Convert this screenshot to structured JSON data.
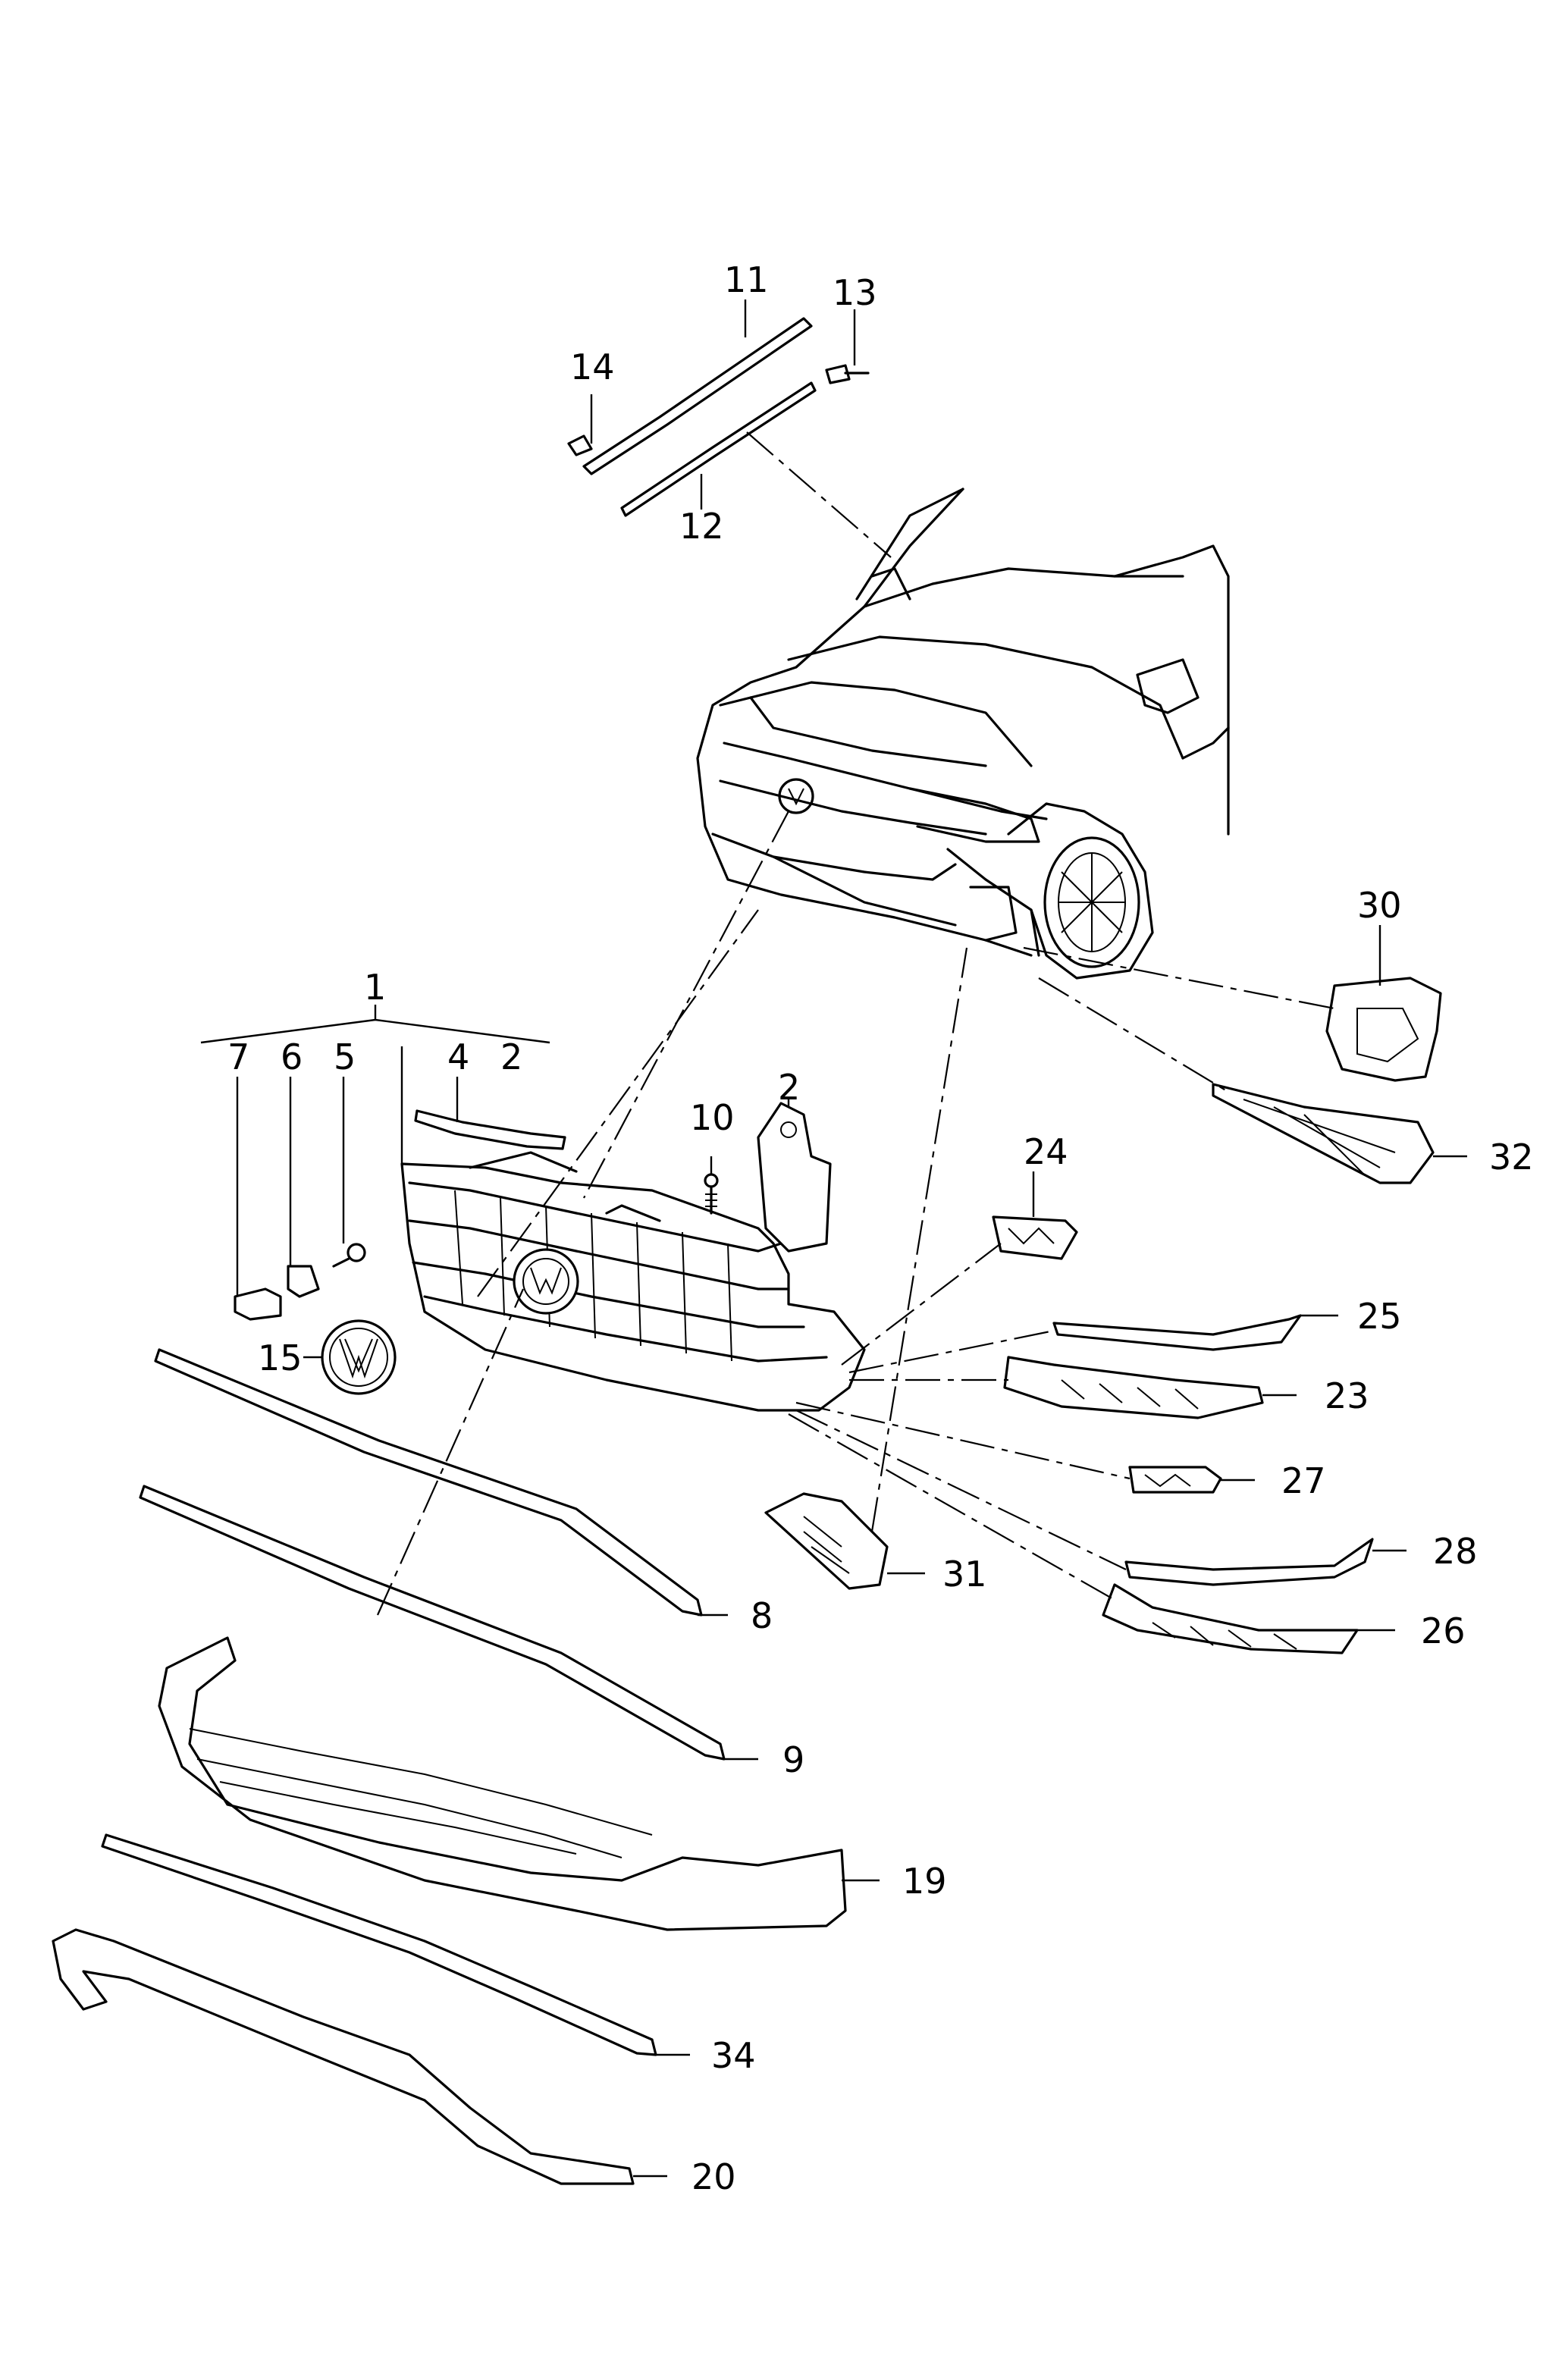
{
  "diagram": {
    "part_numbers": {
      "p1": "1",
      "p2a": "2",
      "p2b": "2",
      "p4": "4",
      "p5": "5",
      "p6": "6",
      "p7": "7",
      "p8": "8",
      "p9": "9",
      "p10": "10",
      "p11": "11",
      "p12": "12",
      "p13": "13",
      "p14": "14",
      "p15": "15",
      "p19": "19",
      "p20": "20",
      "p23": "23",
      "p24": "24",
      "p25": "25",
      "p26": "26",
      "p27": "27",
      "p28": "28",
      "p30": "30",
      "p31": "31",
      "p32": "32",
      "p34": "34"
    }
  }
}
